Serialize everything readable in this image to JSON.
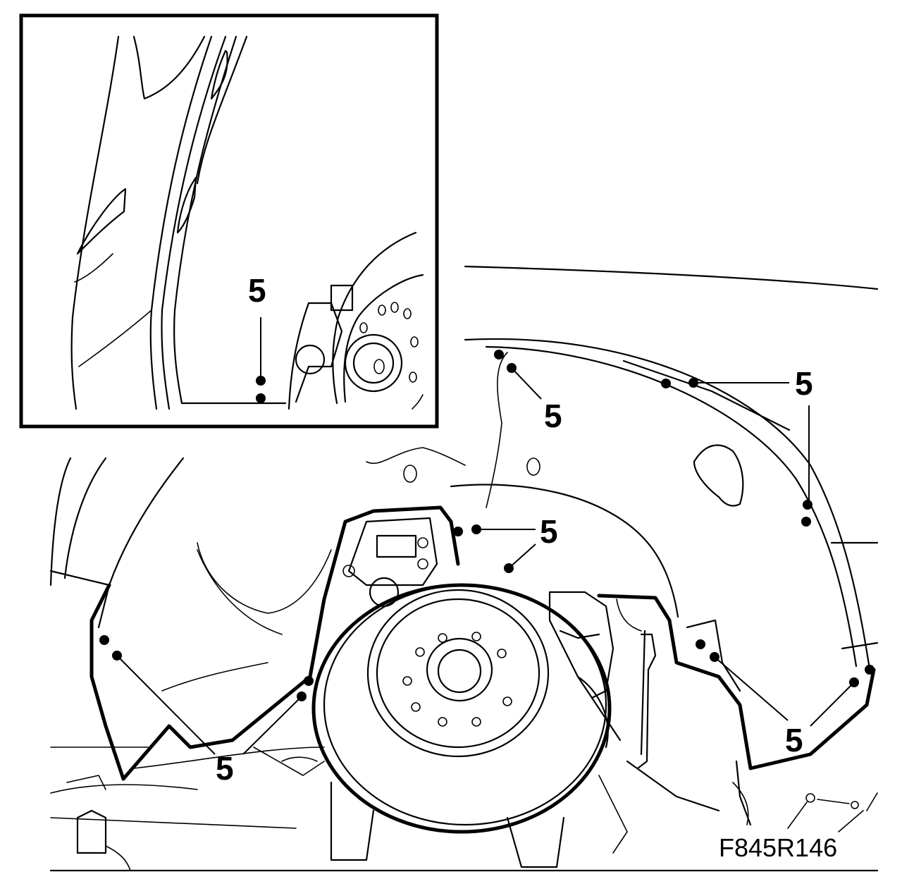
{
  "figure": {
    "reference": "F845R146"
  },
  "callouts": [
    {
      "id": "inset",
      "label": "5"
    },
    {
      "id": "top-left",
      "label": "5"
    },
    {
      "id": "top-right",
      "label": "5"
    },
    {
      "id": "middle",
      "label": "5"
    },
    {
      "id": "bottom-left",
      "label": "5"
    },
    {
      "id": "bottom-right",
      "label": "5"
    }
  ]
}
